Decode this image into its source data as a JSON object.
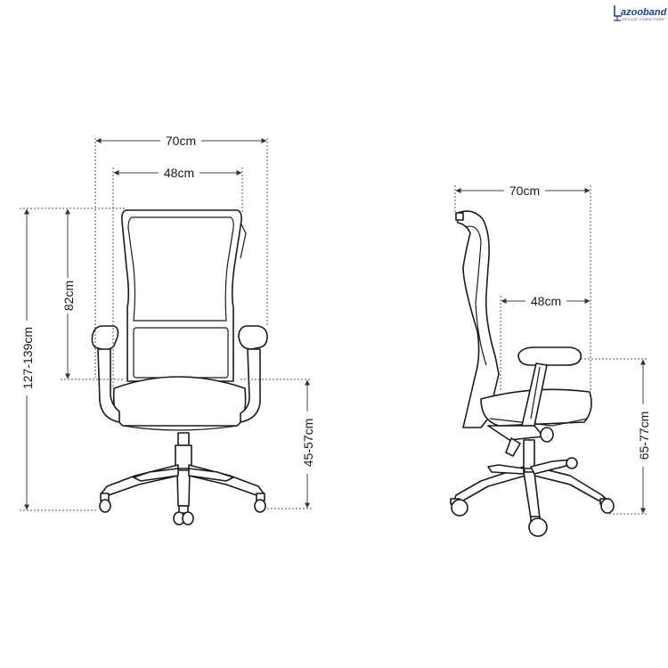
{
  "brand": {
    "name": "azooband",
    "subtitle": "OFFICE FURNITURE",
    "icon": "chair-logo-icon"
  },
  "front_view": {
    "overall_width": "70cm",
    "seat_width": "48cm",
    "total_height": "127-139cm",
    "backrest_height": "82cm",
    "seat_height": "45-57cm"
  },
  "side_view": {
    "overall_depth": "70cm",
    "seat_depth": "48cm",
    "armrest_height": "65-77cm"
  }
}
